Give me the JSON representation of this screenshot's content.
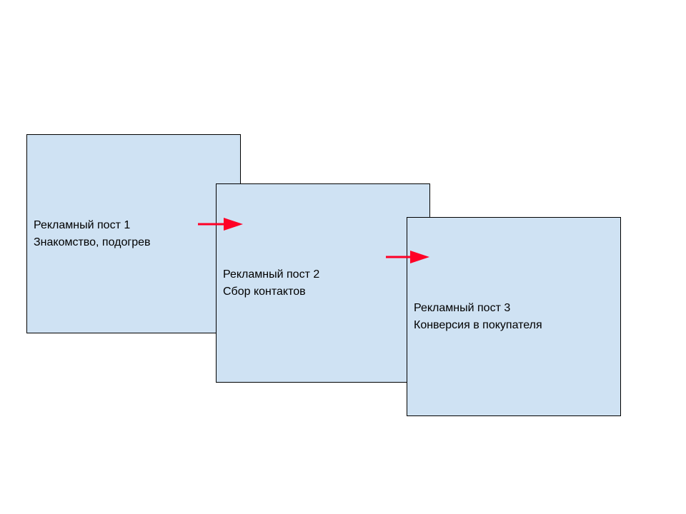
{
  "diagram": {
    "background_color": "#ffffff",
    "box_fill_color": "#cfe2f3",
    "box_border_color": "#000000",
    "arrow_color": "#ff0026",
    "posts": [
      {
        "title": "Рекламный пост 1",
        "subtitle": "Знакомство, подогрев"
      },
      {
        "title": "Рекламный пост 2",
        "subtitle": "Сбор контактов"
      },
      {
        "title": "Рекламный пост 3",
        "subtitle": "Конверсия в покупателя"
      }
    ],
    "arrows": [
      {
        "from": 1,
        "to": 2
      },
      {
        "from": 2,
        "to": 3
      }
    ]
  }
}
